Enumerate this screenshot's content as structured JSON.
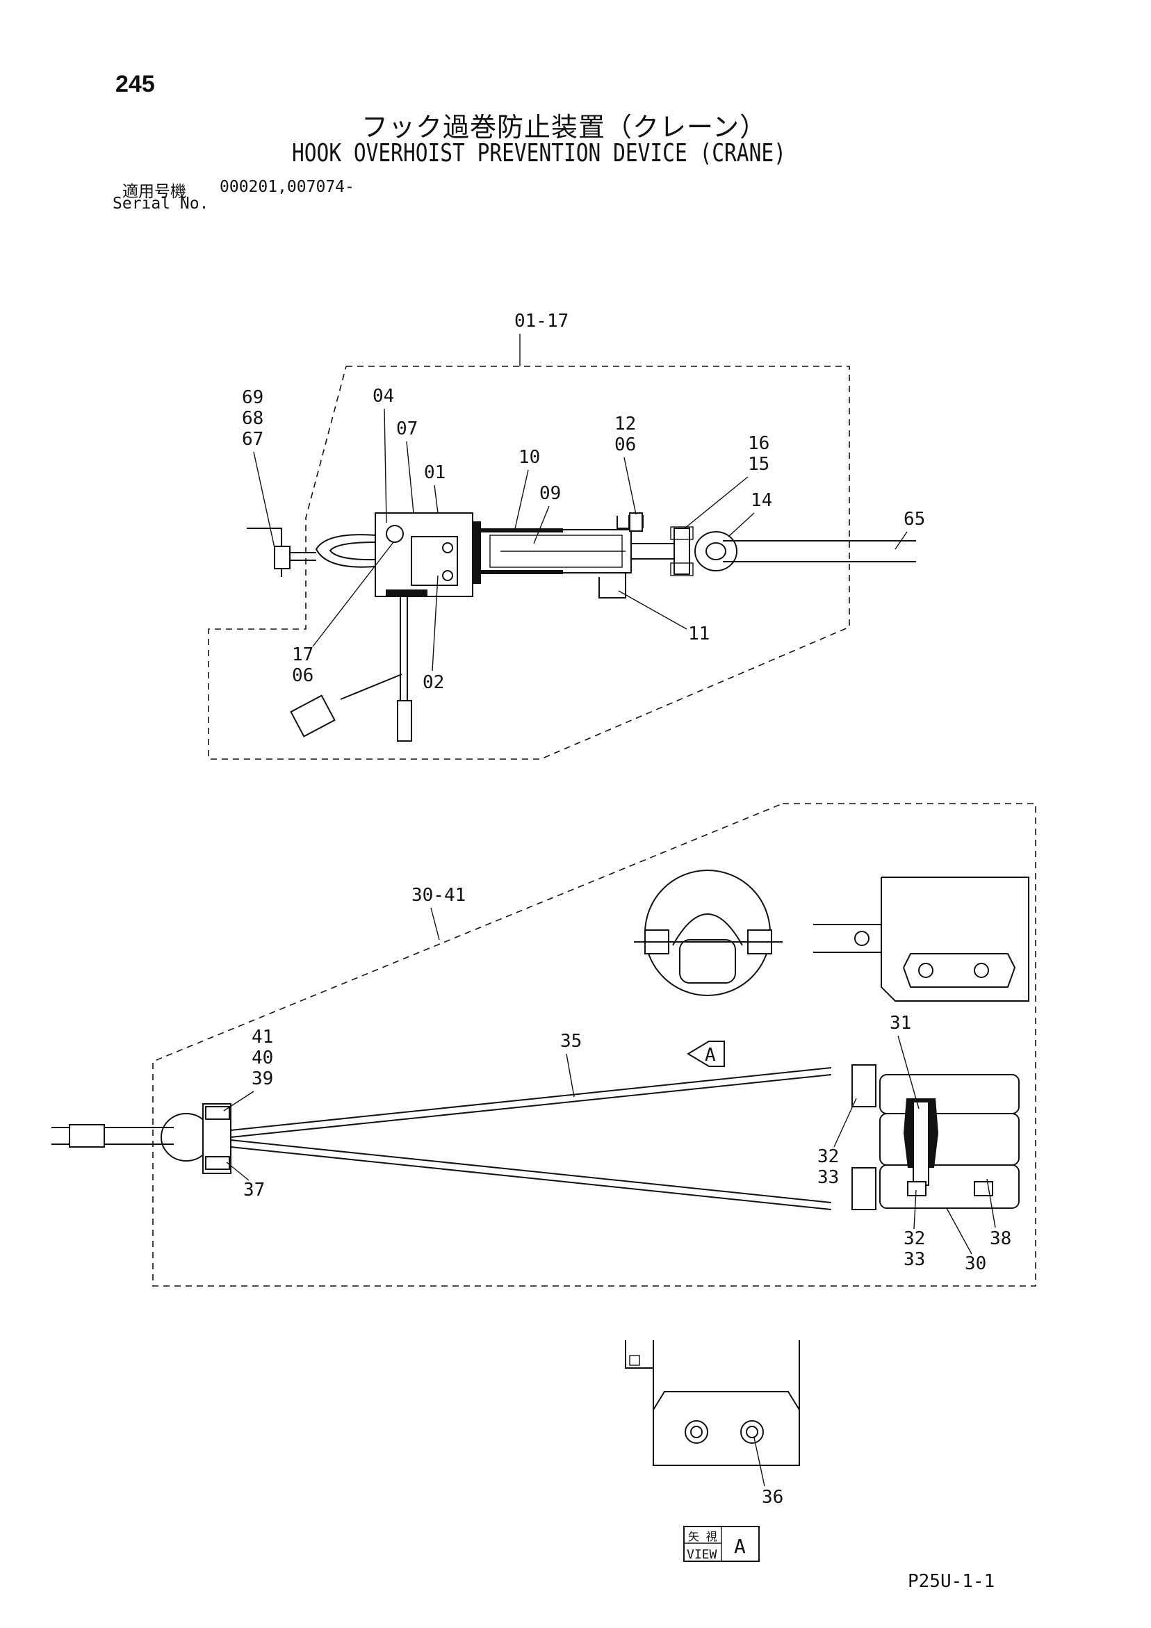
{
  "header": {
    "page_number": "245",
    "title_jp": "フック過巻防止装置（クレーン）",
    "title_en": "HOOK OVERHOIST PREVENTION DEVICE (CRANE)",
    "serial_label_jp": "適用号機",
    "serial_value": "000201,007074-",
    "serial_label_en": "Serial No."
  },
  "diagram1": {
    "group_label": "01-17",
    "callouts": {
      "c69": "69",
      "c68": "68",
      "c67": "67",
      "c04": "04",
      "c07": "07",
      "c01": "01",
      "c10": "10",
      "c09": "09",
      "c12": "12",
      "c06a": "06",
      "c16": "16",
      "c15": "15",
      "c14": "14",
      "c65": "65",
      "c11": "11",
      "c17": "17",
      "c06b": "06",
      "c02": "02"
    }
  },
  "diagram2": {
    "group_label": "30-41",
    "view_arrow_label": "A",
    "callouts": {
      "c41": "41",
      "c40": "40",
      "c39": "39",
      "c35": "35",
      "c31": "31",
      "c32a": "32",
      "c33a": "33",
      "c32b": "32",
      "c33b": "33",
      "c38": "38",
      "c30": "30",
      "c37": "37"
    }
  },
  "view_a": {
    "callout": "36",
    "label_jp": "矢 視",
    "label_en": "VIEW",
    "letter": "A"
  },
  "footer": {
    "page_code": "P25U-1-1"
  }
}
